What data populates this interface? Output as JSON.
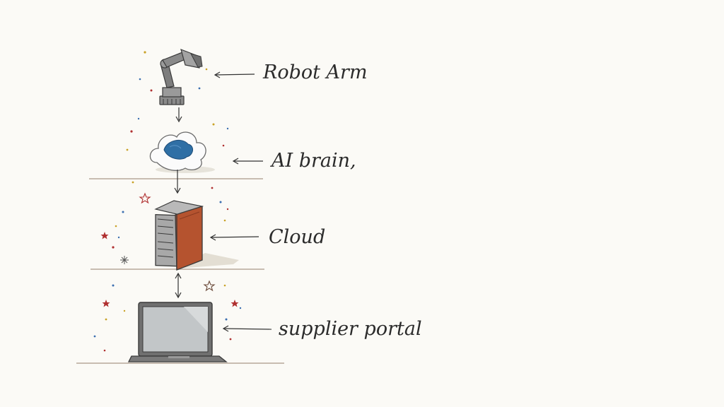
{
  "diagram": {
    "nodes": [
      {
        "id": "robot-arm",
        "label": "Robot Arm",
        "icon": "robot-arm-icon"
      },
      {
        "id": "ai-brain",
        "label": "AI brain,",
        "icon": "cloud-brain-icon"
      },
      {
        "id": "cloud",
        "label": "Cloud",
        "icon": "server-tower-icon"
      },
      {
        "id": "supplier-portal",
        "label": "supplier portal",
        "icon": "laptop-icon"
      }
    ]
  },
  "colors": {
    "background": "#fbfaf6",
    "ink": "#2b2b2b",
    "brain_blue": "#2f6fa5",
    "server_red": "#b5532f",
    "metal_gray": "#8a8a8a",
    "accent_red": "#b03030"
  }
}
